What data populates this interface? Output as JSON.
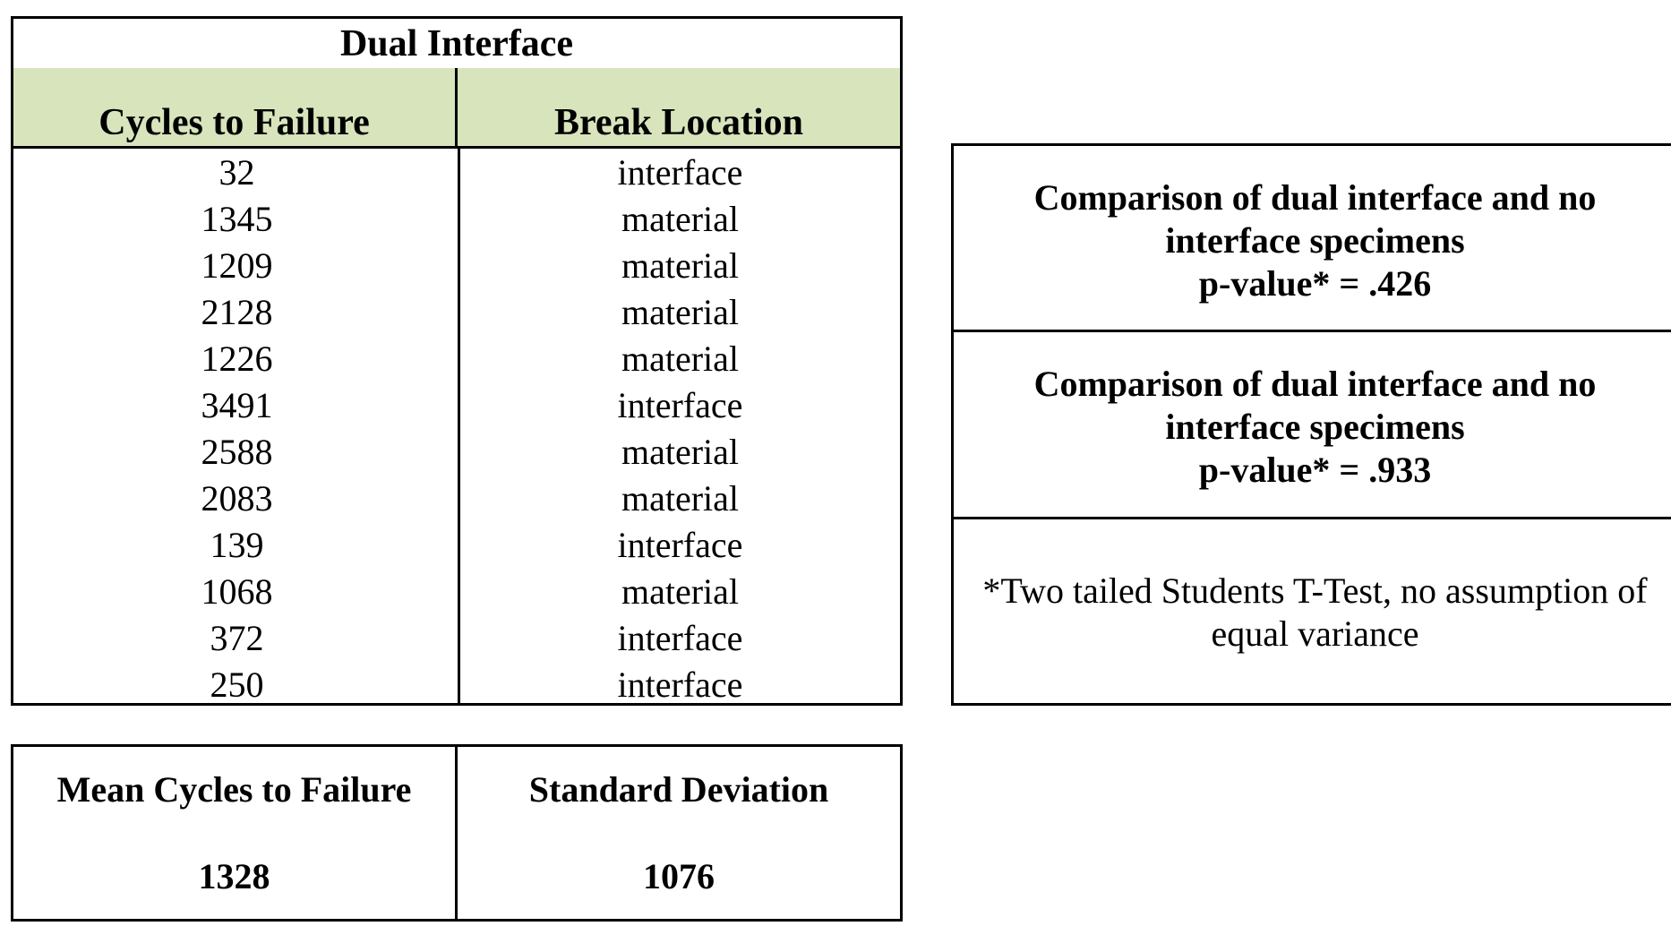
{
  "main_table": {
    "title": "Dual Interface",
    "columns": [
      "Cycles to Failure",
      "Break Location"
    ],
    "rows": [
      {
        "cycles": "32",
        "location": "interface"
      },
      {
        "cycles": "1345",
        "location": "material"
      },
      {
        "cycles": "1209",
        "location": "material"
      },
      {
        "cycles": "2128",
        "location": "material"
      },
      {
        "cycles": "1226",
        "location": "material"
      },
      {
        "cycles": "3491",
        "location": "interface"
      },
      {
        "cycles": "2588",
        "location": "material"
      },
      {
        "cycles": "2083",
        "location": "material"
      },
      {
        "cycles": "139",
        "location": "interface"
      },
      {
        "cycles": "1068",
        "location": "material"
      },
      {
        "cycles": "372",
        "location": "interface"
      },
      {
        "cycles": "250",
        "location": "interface"
      }
    ],
    "header_color": "#d8e4bc"
  },
  "summary": {
    "mean_label": "Mean Cycles to Failure",
    "mean_value": "1328",
    "std_label": "Standard Deviation",
    "std_value": "1076"
  },
  "comparisons": [
    {
      "title": "Comparison of dual interface and no interface specimens",
      "pvalue": "p-value* = .426"
    },
    {
      "title": "Comparison of dual interface and no interface specimens",
      "pvalue": "p-value* = .933"
    }
  ],
  "footnote": "*Two tailed Students T-Test, no assumption of equal variance"
}
